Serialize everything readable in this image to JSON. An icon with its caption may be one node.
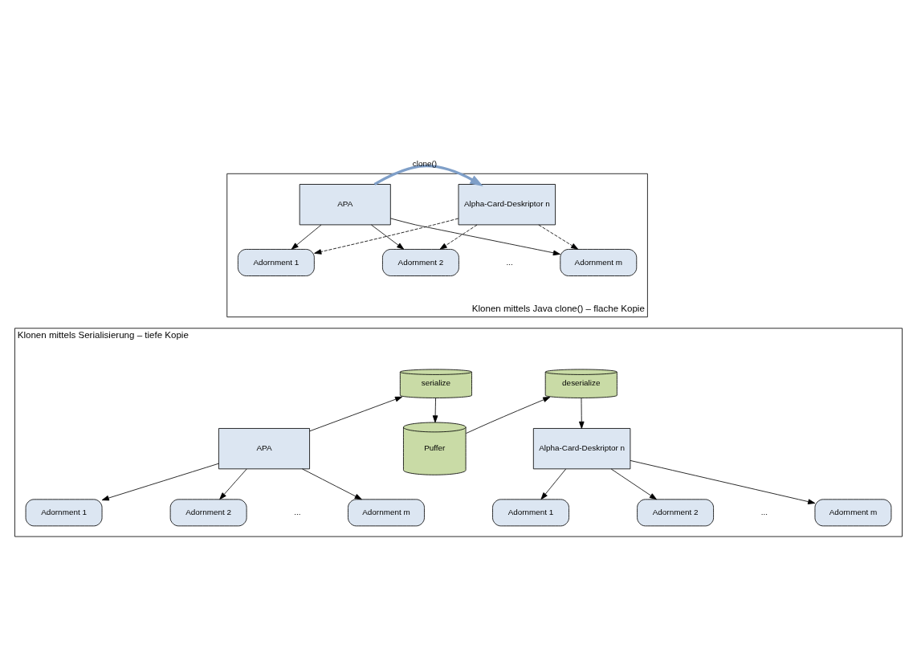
{
  "diagram": {
    "nodes": [
      {
        "text": [
          "Klonen mittels Java clone() – flache Kopie"
        ]
      },
      {
        "text": [
          "APA"
        ],
        "in": 0
      },
      {
        "text": [
          "Alpha-Card-Deskriptor n"
        ],
        "in": 0
      },
      {
        "text": [
          "Adornment 1"
        ],
        "in": 0
      },
      {
        "text": [
          "Adornment 2"
        ],
        "in": 0
      },
      {
        "text": [
          "Adornment m"
        ],
        "in": 0
      },
      {
        "text": [
          "Klonen mittels Serialisierung – tiefe Kopie"
        ]
      },
      {
        "text": [
          "serialize"
        ],
        "in": 6
      },
      {
        "text": [
          "deserialize"
        ],
        "in": 6
      },
      {
        "text": [
          "APA"
        ],
        "in": 6
      },
      {
        "text": [
          "Puffer"
        ],
        "in": 6
      },
      {
        "text": [
          "Alpha-Card-Deskriptor n"
        ],
        "in": 6
      },
      {
        "text": [
          "Adornment 1"
        ],
        "in": 6
      },
      {
        "text": [
          "Adornment 2"
        ],
        "in": 6
      },
      {
        "text": [
          "Adornment m"
        ],
        "in": 6
      },
      {
        "text": [
          "Adornment 1"
        ],
        "in": 6
      },
      {
        "text": [
          "Adornment 2"
        ],
        "in": 6
      },
      {
        "text": [
          "Adornment m"
        ],
        "in": 6
      }
    ],
    "edges": [
      {
        "from": 1,
        "to": 2,
        "arrow": "to",
        "label": "clone()",
        "style": "thick",
        "color": "#7f9fc8"
      },
      {
        "from": 1,
        "to": 3,
        "arrow": "to"
      },
      {
        "from": 1,
        "to": 4,
        "arrow": "to"
      },
      {
        "from": 1,
        "to": 5,
        "arrow": "to"
      },
      {
        "from": 2,
        "to": 3,
        "arrow": "to",
        "style": "dashed"
      },
      {
        "from": 2,
        "to": 4,
        "arrow": "to",
        "style": "dashed"
      },
      {
        "from": 2,
        "to": 5,
        "arrow": "to",
        "style": "dashed"
      },
      {
        "from": 9,
        "to": 7,
        "arrow": "to"
      },
      {
        "from": 7,
        "to": 10,
        "arrow": "to"
      },
      {
        "from": 10,
        "to": 8,
        "arrow": "to"
      },
      {
        "from": 8,
        "to": 11,
        "arrow": "to"
      },
      {
        "from": 9,
        "to": 12,
        "arrow": "to"
      },
      {
        "from": 9,
        "to": 13,
        "arrow": "to"
      },
      {
        "from": 9,
        "to": 14,
        "arrow": "to"
      },
      {
        "from": 11,
        "to": 15,
        "arrow": "to"
      },
      {
        "from": 11,
        "to": 16,
        "arrow": "to"
      },
      {
        "from": 11,
        "to": 17,
        "arrow": "to"
      }
    ],
    "labels": [
      "...",
      "...",
      "..."
    ]
  }
}
